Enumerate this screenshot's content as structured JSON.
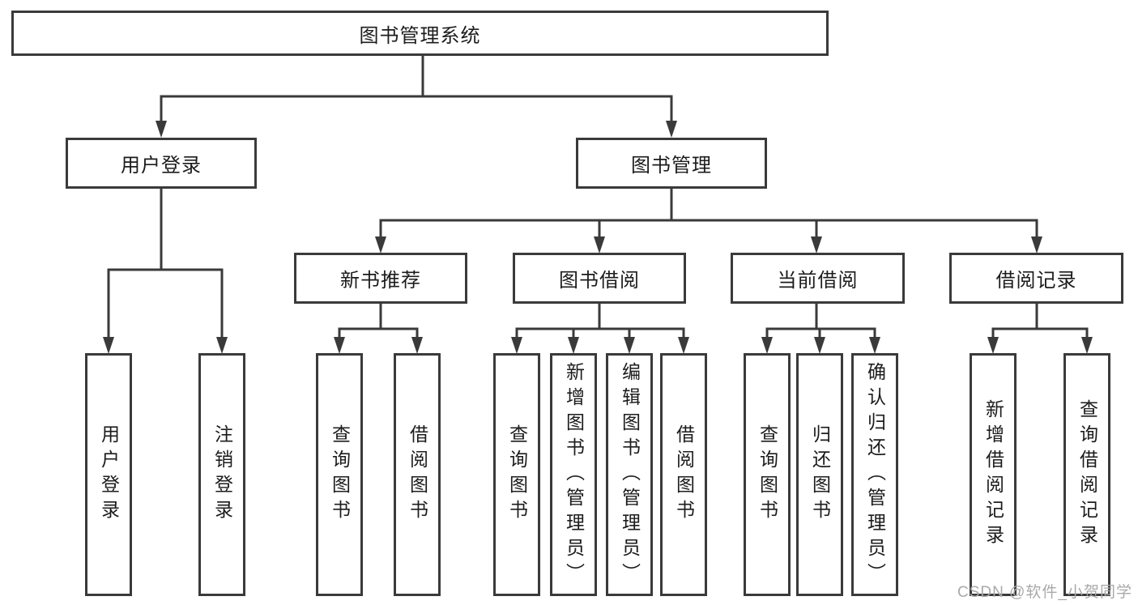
{
  "diagram": {
    "root": {
      "label": "图书管理系统"
    },
    "branches": [
      {
        "label": "用户登录",
        "children": [
          "用户登录",
          "注销登录"
        ]
      },
      {
        "label": "图书管理",
        "children": [
          {
            "label": "新书推荐",
            "children": [
              "查询图书",
              "借阅图书"
            ]
          },
          {
            "label": "图书借阅",
            "children": [
              "查询图书",
              "新增图书（管理员）",
              "编辑图书（管理员）",
              "借阅图书"
            ]
          },
          {
            "label": "当前借阅",
            "children": [
              "查询图书",
              "归还图书",
              "确认归还（管理员）"
            ]
          },
          {
            "label": "借阅记录",
            "children": [
              "新增借阅记录",
              "查询借阅记录"
            ]
          }
        ]
      }
    ],
    "watermark": "CSDN @软件_小贺同学",
    "colors": {
      "line": "#3a3a3a",
      "box_border": "#3a3a3a",
      "text": "#1c1c1c",
      "watermark": "#a9a9a9",
      "background": "#ffffff"
    }
  }
}
